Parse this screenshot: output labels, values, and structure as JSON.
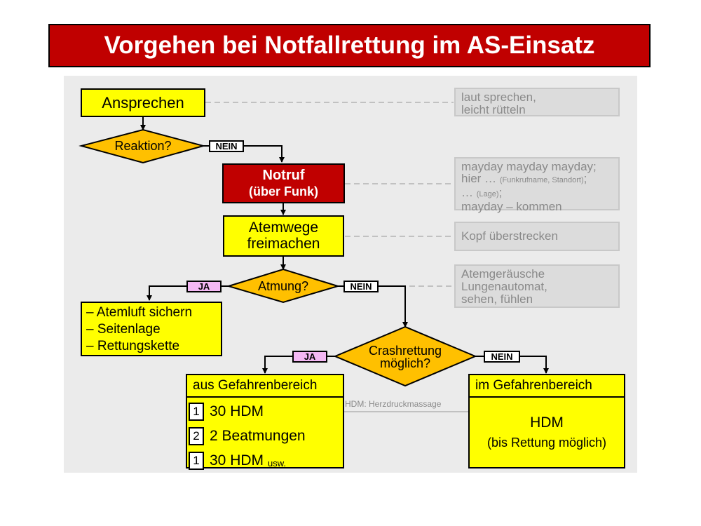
{
  "title": "Vorgehen bei Notfallrettung im AS-Einsatz",
  "nodes": {
    "ansprechen": "Ansprechen",
    "reaktion": "Reaktion?",
    "notruf_line1": "Notruf",
    "notruf_line2": "(über Funk)",
    "atemwege_line1": "Atemwege",
    "atemwege_line2": "freimachen",
    "atmung": "Atmung?",
    "crash_line1": "Crashrettung",
    "crash_line2": "möglich?"
  },
  "edges": {
    "nein": "NEIN",
    "ja": "JA"
  },
  "notes": {
    "ansprechen": [
      "laut sprechen,",
      "leicht rütteln"
    ],
    "notruf": {
      "line1": "mayday mayday mayday;",
      "line2_main": "hier …",
      "line2_small": "(Funkrufname, Standort)",
      "line2_end": ";",
      "line3_main": "…",
      "line3_small": "(Lage)",
      "line3_end": ";",
      "line4": "mayday – kommen"
    },
    "atemwege": "Kopf überstrecken",
    "atmung": [
      "Atemgeräusche",
      "Lungenautomat,",
      "sehen, fühlen"
    ]
  },
  "atmung_ja_list": [
    "– Atemluft sichern",
    "– Seitenlage",
    "– Rettungskette"
  ],
  "aus_gefahrenbereich": {
    "header": "aus Gefahrenbereich",
    "steps": [
      {
        "num": "1",
        "text": "30 HDM",
        "suffix": ""
      },
      {
        "num": "2",
        "text": "2 Beatmungen",
        "suffix": ""
      },
      {
        "num": "1",
        "text": "30 HDM",
        "suffix": "usw."
      }
    ]
  },
  "hdm_note": "HDM: Herzdruckmassage",
  "im_gefahrenbereich": {
    "header": "im Gefahrenbereich",
    "line1": "HDM",
    "line2": "(bis Rettung möglich)"
  },
  "colors": {
    "title_bg": "#c00000",
    "yellow": "#ffff00",
    "diamond": "#ffc000",
    "ja_tag": "#f4b8f4",
    "panel": "#ebebeb"
  }
}
